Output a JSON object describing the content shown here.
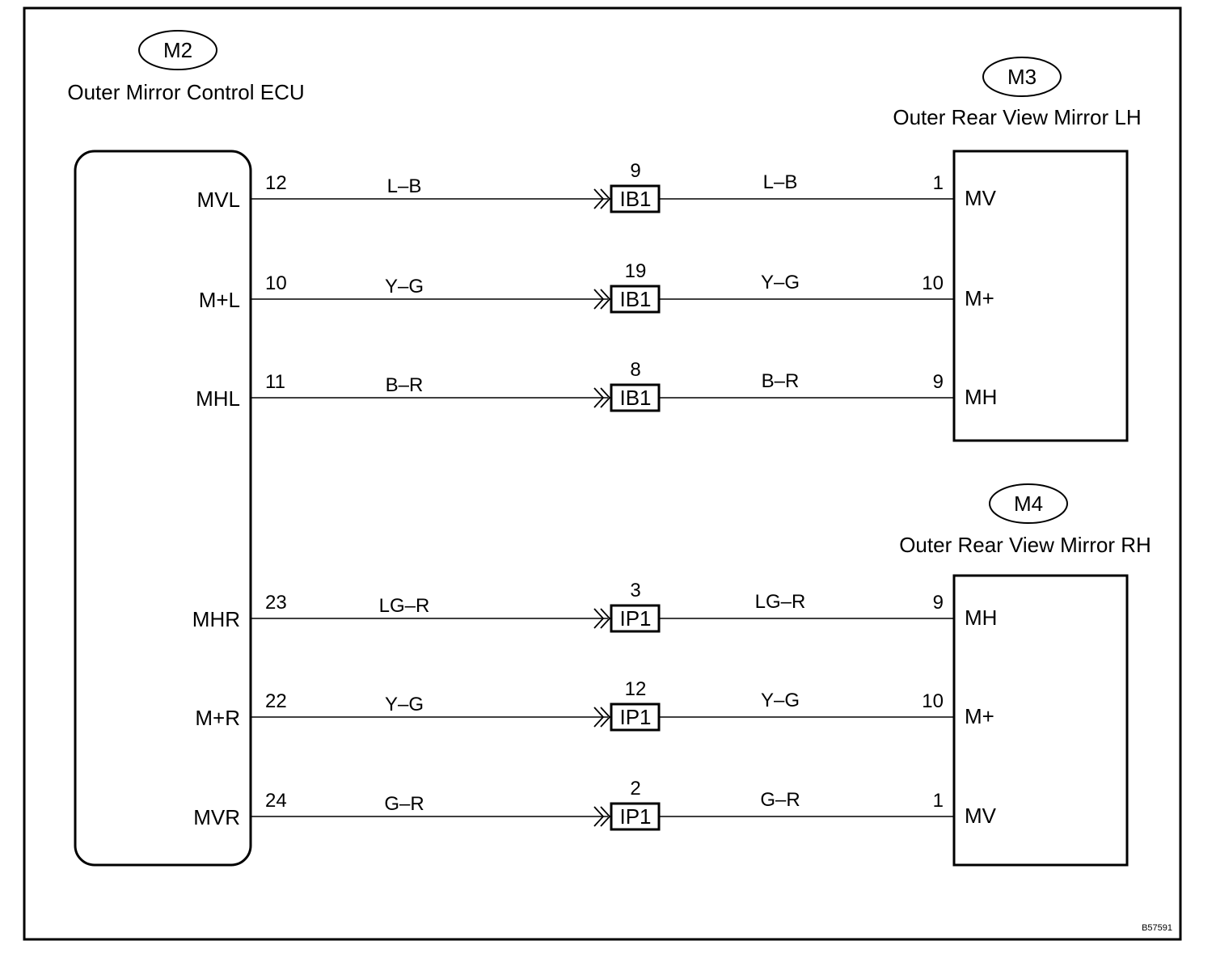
{
  "diagram_id": "B57591",
  "ecu": {
    "connector": "M2",
    "title": "Outer Mirror Control ECU",
    "terminals": [
      "MVL",
      "M+L",
      "MHL",
      "MHR",
      "M+R",
      "MVR"
    ]
  },
  "mirror_lh": {
    "connector": "M3",
    "title": "Outer Rear View Mirror LH",
    "terminals": [
      "MV",
      "M+",
      "MH"
    ]
  },
  "mirror_rh": {
    "connector": "M4",
    "title": "Outer Rear View Mirror RH",
    "terminals": [
      "MH",
      "M+",
      "MV"
    ]
  },
  "circuits": [
    {
      "ecu_terminal": "MVL",
      "ecu_pin": "12",
      "wire_left": "L–B",
      "junction": "IB1",
      "junction_pin": "9",
      "wire_right": "L–B",
      "mirror_pin": "1",
      "mirror_terminal": "MV"
    },
    {
      "ecu_terminal": "M+L",
      "ecu_pin": "10",
      "wire_left": "Y–G",
      "junction": "IB1",
      "junction_pin": "19",
      "wire_right": "Y–G",
      "mirror_pin": "10",
      "mirror_terminal": "M+"
    },
    {
      "ecu_terminal": "MHL",
      "ecu_pin": "11",
      "wire_left": "B–R",
      "junction": "IB1",
      "junction_pin": "8",
      "wire_right": "B–R",
      "mirror_pin": "9",
      "mirror_terminal": "MH"
    },
    {
      "ecu_terminal": "MHR",
      "ecu_pin": "23",
      "wire_left": "LG–R",
      "junction": "IP1",
      "junction_pin": "3",
      "wire_right": "LG–R",
      "mirror_pin": "9",
      "mirror_terminal": "MH"
    },
    {
      "ecu_terminal": "M+R",
      "ecu_pin": "22",
      "wire_left": "Y–G",
      "junction": "IP1",
      "junction_pin": "12",
      "wire_right": "Y–G",
      "mirror_pin": "10",
      "mirror_terminal": "M+"
    },
    {
      "ecu_terminal": "MVR",
      "ecu_pin": "24",
      "wire_left": "G–R",
      "junction": "IP1",
      "junction_pin": "2",
      "wire_right": "G–R",
      "mirror_pin": "1",
      "mirror_terminal": "MV"
    }
  ]
}
